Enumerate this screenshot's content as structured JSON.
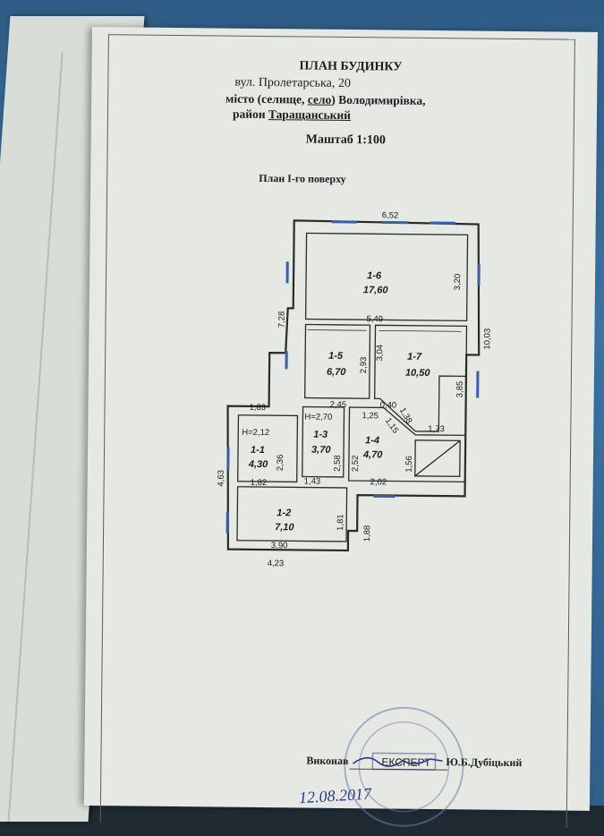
{
  "header": {
    "title": "ПЛАН БУДИНКУ",
    "street": "вул. Пролетарська, 20",
    "locality_prefix": "місто (селище,",
    "locality_village": "село",
    "locality_suffix": ") Володимирівка,",
    "district_prefix": "район",
    "district_name": "Таращанський",
    "scale": "Маштаб 1:100",
    "floor": "План І-го поверху"
  },
  "rooms": [
    {
      "id": "1-6",
      "area": "17,60"
    },
    {
      "id": "1-5",
      "area": "6,70"
    },
    {
      "id": "1-7",
      "area": "10,50"
    },
    {
      "id": "1-3",
      "area": "3,70"
    },
    {
      "id": "1-4",
      "area": "4,70"
    },
    {
      "id": "1-1",
      "area": "4,30"
    },
    {
      "id": "1-2",
      "area": "7,10"
    }
  ],
  "dimensions": {
    "top_width": "6,52",
    "room16_height": "3,20",
    "inner_width": "5,49",
    "left_upper": "7,28",
    "right_total": "10,03",
    "r15_right": "2,93",
    "r17_left": "3,04",
    "r17_right": "3,85",
    "r15_bottom": "2,45",
    "gap": "0,40",
    "ext_1_83": "1,83",
    "height_13": "Н=2,70",
    "d_1_25": "1,25",
    "d_1_38": "1,38",
    "d_1_15": "1,15",
    "d_1_73": "1,73",
    "height_11": "Н=2,12",
    "d_2_36": "2,36",
    "d_2_58": "2,58",
    "d_2_52": "2,52",
    "d_1_56": "1,56",
    "left_total": "4,63",
    "d_1_82": "1,82",
    "d_1_43": "1,43",
    "d_2_02": "2,02",
    "d_1_81": "1,81",
    "d_1_88": "1,88",
    "d_3_90": "3,90",
    "bottom_total": "4,23"
  },
  "footer": {
    "executed_label": "Виконав",
    "executor": "Ю.Б.Дубіцький",
    "stamp_text": "ЕКСПЕРТ",
    "date": "12.08.2017"
  }
}
